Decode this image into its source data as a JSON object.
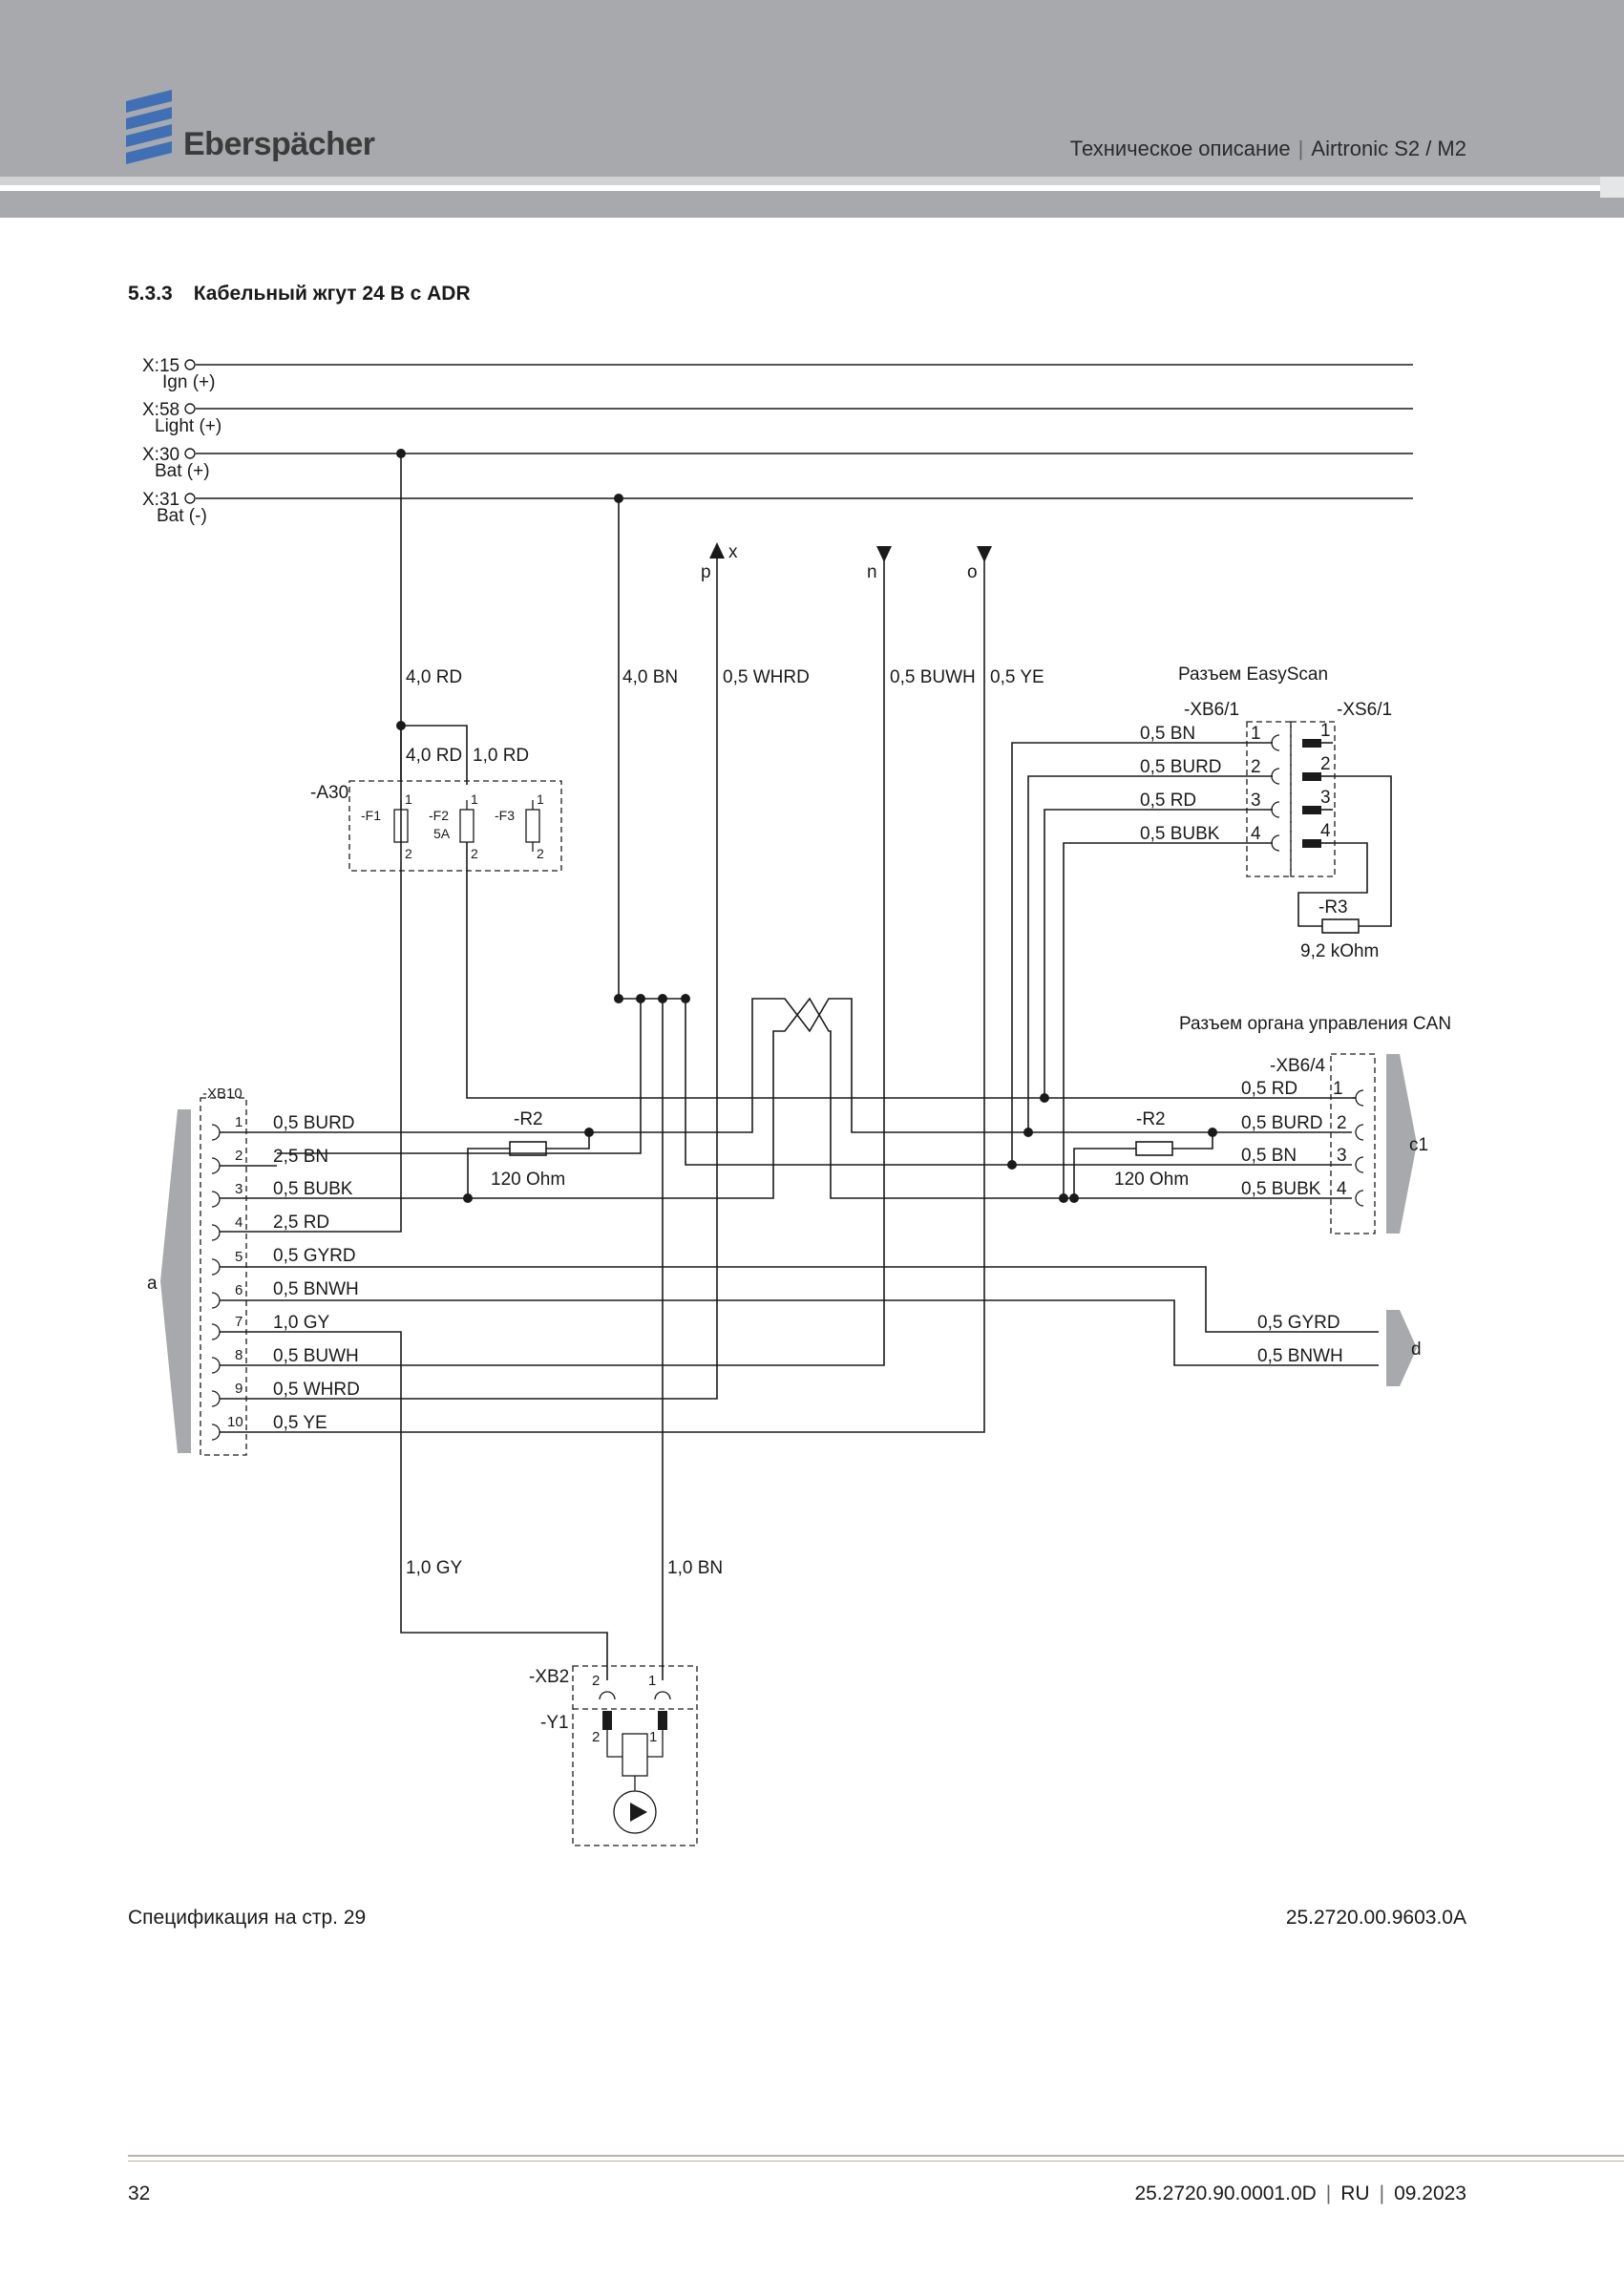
{
  "header": {
    "brand": "Eberspächer",
    "doc_type": "Техническое описание",
    "product": "Airtronic S2 / M2",
    "separator": "|"
  },
  "section": {
    "number": "5.3.3",
    "title": "Кабельный жгут 24 В с ADR"
  },
  "diagram": {
    "terminals": [
      {
        "id": "X:15",
        "desc": "Ign (+)"
      },
      {
        "id": "X:58",
        "desc": "Light (+)"
      },
      {
        "id": "X:30",
        "desc": "Bat (+)"
      },
      {
        "id": "X:31",
        "desc": "Bat (-)"
      }
    ],
    "signals": {
      "p": "p",
      "x": "x",
      "n": "n",
      "o": "o"
    },
    "wires": {
      "w_40rd_a": "4,0 RD",
      "w_40bn": "4,0 BN",
      "w_05whrd": "0,5 WHRD",
      "w_05buwh": "0,5 BUWH",
      "w_05ye": "0,5 YE",
      "w_40rd_b": "4,0 RD",
      "w_10rd": "1,0 RD",
      "w_10gy": "1,0 GY",
      "w_10bn": "1,0 BN"
    },
    "fusebox": {
      "id": "-A30",
      "fuses": [
        "-F1",
        "-F2",
        "-F3"
      ],
      "f2_rating": "5A",
      "pin1": "1",
      "pin2": "2"
    },
    "easyscan": {
      "title": "Разъем EasyScan",
      "plug_id": "-XB6/1",
      "socket_id": "-XS6/1",
      "wires": [
        "0,5 BN",
        "0,5 BURD",
        "0,5 RD",
        "0,5 BUBK"
      ],
      "pins": [
        "1",
        "2",
        "3",
        "4"
      ],
      "resistor_id": "-R3",
      "resistor_value": "9,2 kOhm"
    },
    "can": {
      "title": "Разъем органа управления CAN",
      "plug_id": "-XB6/4",
      "wires": [
        "0,5 RD",
        "0,5 BURD",
        "0,5 BN",
        "0,5 BUBK"
      ],
      "pins": [
        "1",
        "2",
        "3",
        "4"
      ],
      "label": "c1"
    },
    "xb10": {
      "id": "-XB10",
      "label": "a",
      "pins": [
        "1",
        "2",
        "3",
        "4",
        "5",
        "6",
        "7",
        "8",
        "9",
        "10"
      ],
      "wires": [
        "0,5 BURD",
        "2,5 BN",
        "0,5 BUBK",
        "2,5 RD",
        "0,5 GYRD",
        "0,5 BNWH",
        "1,0 GY",
        "0,5 BUWH",
        "0,5 WHRD",
        "0,5 YE"
      ]
    },
    "resistor_left": {
      "id": "-R2",
      "value": "120 Ohm"
    },
    "resistor_right": {
      "id": "-R2",
      "value": "120 Ohm"
    },
    "d_connector": {
      "wires": [
        "0,5 GYRD",
        "0,5 BNWH"
      ],
      "label": "d"
    },
    "xb2": {
      "id": "-XB2",
      "pins": [
        "2",
        "1"
      ]
    },
    "y1": {
      "id": "-Y1",
      "pins": [
        "2",
        "1"
      ]
    }
  },
  "footer": {
    "spec_ref": "Спецификация на стр. 29",
    "drawing_no": "25.2720.00.9603.0A",
    "page": "32",
    "doc_no": "25.2720.90.0001.0D",
    "lang": "RU",
    "date": "09.2023",
    "separator": "|"
  }
}
